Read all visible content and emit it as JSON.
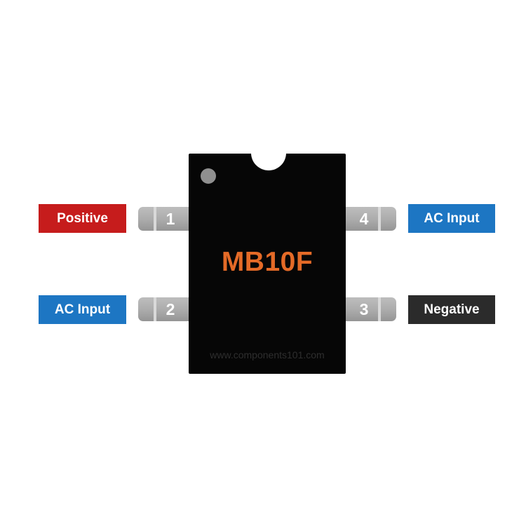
{
  "chip": {
    "name": "MB10F",
    "watermark": "www.components101.com"
  },
  "pins": [
    {
      "number": "1",
      "label": "Positive",
      "color": "#c61c1c"
    },
    {
      "number": "2",
      "label": "AC Input",
      "color": "#1d76c3"
    },
    {
      "number": "3",
      "label": "Negative",
      "color": "#2b2b2b"
    },
    {
      "number": "4",
      "label": "AC Input",
      "color": "#1d76c3"
    }
  ],
  "colors": {
    "chip_body": "#060606",
    "chip_text": "#e46a27",
    "pin_metal": "#adadad"
  }
}
